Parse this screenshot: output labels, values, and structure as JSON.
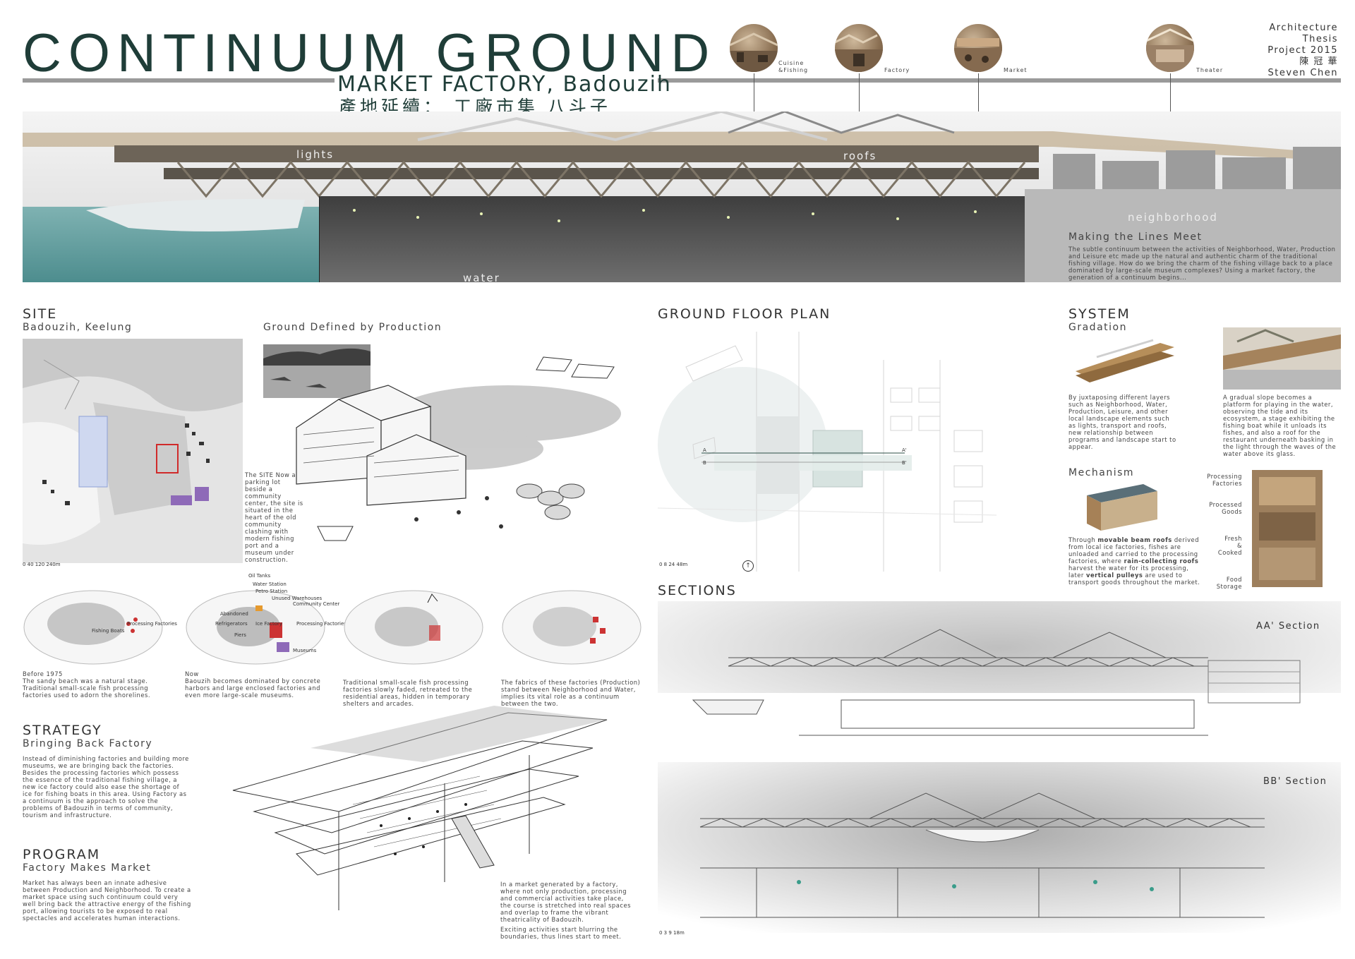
{
  "header": {
    "title": "CONTINUUM GROUND",
    "subtitle": "MARKET FACTORY, Badouzih",
    "subtitle_zh": "產地延續：  工廠市集   八斗子",
    "credit": [
      "Architecture",
      "Thesis",
      "Project 2015",
      "陳  冠  華",
      "Steven Chen"
    ]
  },
  "programs": [
    {
      "label_lines": [
        "Cuisine",
        "&Fishing"
      ]
    },
    {
      "label_lines": [
        "Factory"
      ]
    },
    {
      "label_lines": [
        "Market"
      ]
    },
    {
      "label_lines": [
        "Theater"
      ]
    }
  ],
  "hero": {
    "labels": [
      "lights",
      "roofs",
      "neighborhood",
      "water"
    ],
    "heading": "Making the Lines Meet",
    "text": "The subtle continuum between the activities of Neighborhood, Water, Production and Leisure etc made up the natural and authentic charm of the traditional fishing village. How do we bring the charm of the fishing village back to a place dominated by large-scale museum complexes? Using a market factory, the generation of a continuum begins..."
  },
  "site": {
    "heading": "SITE",
    "subheading": "Badouzih, Keelung",
    "text": "The SITE Now a parking lot beside a community center, the site is situated in the heart of the old community clashing with modern fishing port and a museum under construction.",
    "scale": "0 40 120   240m"
  },
  "production": {
    "heading": "Ground Defined by Production"
  },
  "history": [
    {
      "labels": [
        "Fishing Boats",
        "Processing Factories"
      ],
      "caption_title": "Before 1975",
      "caption": "The sandy beach was a natural stage. Traditional small-scale fish processing factories used to adorn the shorelines."
    },
    {
      "labels": [
        "Oil Tanks",
        "Water Station",
        "Petro Station",
        "Unused Warehouses",
        "Community Center",
        "Abandoned",
        "Refrigerators",
        "Ice Factory",
        "Processing Factories",
        "Piers",
        "Museums"
      ],
      "caption_title": "Now",
      "caption": "Baouzih becomes dominated by concrete harbors and large enclosed factories and even more large-scale museums."
    },
    {
      "labels": [],
      "caption_title": "",
      "caption": "Traditional small-scale fish processing factories slowly faded, retreated to the residential areas, hidden in temporary shelters and arcades."
    },
    {
      "labels": [],
      "caption_title": "",
      "caption": "The fabrics of these factories (Production) stand between Neighborhood and Water, implies its vital role as a continuum between the two."
    }
  ],
  "strategy": {
    "heading": "STRATEGY",
    "subheading": "Bringing Back Factory",
    "text": "Instead of diminishing factories and building more museums, we are bringing back the factories. Besides the processing factories which possess the essence of the traditional fishing village, a new ice factory could also ease the shortage of ice for fishing boats in this area. Using Factory as a continuum is the approach to solve the problems of Badouzih in terms of community, tourism and infrastructure."
  },
  "program": {
    "heading": "PROGRAM",
    "subheading": "Factory Makes Market",
    "text": "Market has always been an innate adhesive between Production and Neighborhood. To create a market space using such continuum could very well bring back the attractive energy of the fishing port, allowing tourists to be exposed to real spectacles and accelerates human interactions.",
    "text2": "In a market generated by a factory, where not only production, processing and commercial activities take place, the course is stretched into real spaces and overlap to frame the vibrant theatricality of Badouzih.",
    "text3": "Exciting activities start blurring the boundaries, thus lines start to meet."
  },
  "ground_floor": {
    "heading": "GROUND FLOOR PLAN",
    "marks": [
      "A",
      "A'",
      "B",
      "B'"
    ],
    "scale": "0   8       24          48m"
  },
  "system": {
    "heading": "SYSTEM",
    "subheading": "Gradation",
    "text": "By juxtaposing different layers such as Neighborhood, Water, Production, Leisure, and other local landscape elements such as lights, transport and roofs, new relationship between programs and landscape start to appear.",
    "text_right": "A gradual slope becomes a platform for playing in the water, observing the tide and its ecosystem, a stage exhibiting the fishing boat while it unloads its fishes, and also a roof for the restaurant underneath basking in the light through the waves of the water above its glass."
  },
  "mechanism": {
    "heading": "Mechanism",
    "text_a": "Through ",
    "bold_a": "movable beam roofs",
    "text_b": " derived from local ice factories, fishes are unloaded and carried to the processing factories, where ",
    "bold_b": "rain-collecting roofs",
    "text_c": " harvest the water for its processing, later ",
    "bold_c": "vertical pulleys",
    "text_d": " are used to transport goods throughout the market.",
    "stages": [
      {
        "lines": [
          "Processing",
          "Factories"
        ]
      },
      {
        "lines": [
          "Processed",
          "Goods"
        ]
      },
      {
        "lines": [
          "Fresh",
          "&",
          "Cooked"
        ]
      },
      {
        "lines": [
          "Food Storage"
        ]
      }
    ]
  },
  "sections": {
    "heading": "SECTIONS",
    "aa": "AA' Section",
    "bb": "BB' Section",
    "scale": "0   3        9              18m"
  },
  "colors": {
    "title": "#1f3d38",
    "water": "#5d9a9b",
    "wood": "#a88a66",
    "rule": "#9a9a9a"
  }
}
